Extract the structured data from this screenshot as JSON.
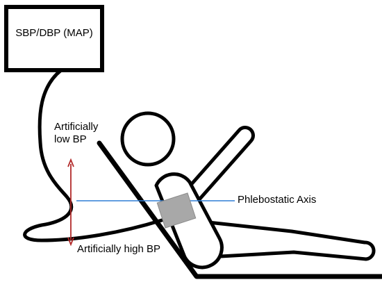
{
  "monitor": {
    "reading_label": "SBP/DBP (MAP)"
  },
  "annotations": {
    "low_bp_line1": "Artificially",
    "low_bp_line2": "low BP",
    "high_bp": "Artificially high BP",
    "phlebostatic_axis": "Phlebostatic Axis"
  },
  "colors": {
    "outline": "#000000",
    "axis_line": "#2f7fd6",
    "arrow": "#b22a2a",
    "transducer": "#a8a8a8"
  }
}
